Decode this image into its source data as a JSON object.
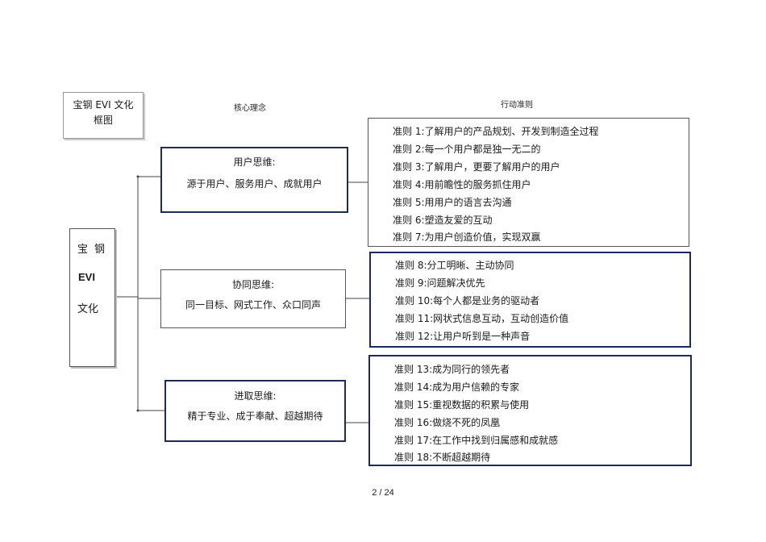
{
  "title": {
    "line1": "宝钢 EVI 文化",
    "line2": "框图"
  },
  "headers": {
    "core": "核心理念",
    "rules": "行动准则"
  },
  "core": {
    "line1": "宝钢",
    "line2": "EVI",
    "line3": "文化"
  },
  "groups": [
    {
      "title": "用户思维:",
      "desc": "源于用户、服务用户、成就用户",
      "rules": [
        "准则 1:了解用户的产品规划、开发到制造全过程",
        "准则 2:每一个用户都是独一无二的",
        "准则 3:了解用户，更要了解用户的用户",
        "准则 4:用前瞻性的服务抓住用户",
        "准则 5:用用户的语言去沟通",
        "准则 6:塑造友爱的互动",
        "准则 7:为用户创造价值，实现双赢"
      ]
    },
    {
      "title": "协同思维:",
      "desc": "同一目标、网式工作、众口同声",
      "rules": [
        "准则 8:分工明晰、主动协同",
        "准则 9:问题解决优先",
        "准则 10:每个人都是业务的驱动者",
        "准则 11:网状式信息互动，互动创造价值",
        "准则 12:让用户听到是一种声音"
      ]
    },
    {
      "title": "进取思维:",
      "desc": "精于专业、成于奉献、超越期待",
      "rules": [
        "准则 13:成为同行的领先者",
        "准则 14:成为用户信赖的专家",
        "准则 15:重视数据的积累与使用",
        "准则 16:做烧不死的凤凰",
        "准则 17:在工作中找到归属感和成就感",
        "准则 18:不断超越期待"
      ]
    }
  ],
  "page": "2 / 24"
}
